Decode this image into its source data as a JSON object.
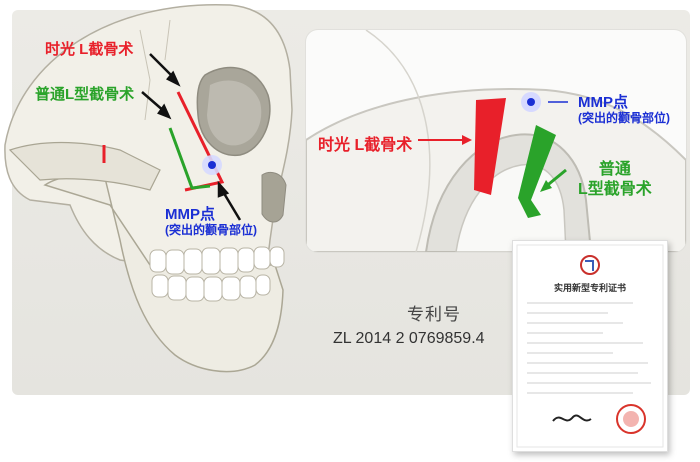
{
  "skull_labels": {
    "shiguang_l": "时光 L截骨术",
    "normal_l": "普通L型截骨术",
    "mmp_title": "MMP点",
    "mmp_sub": "(突出的颧骨部位)"
  },
  "detail_labels": {
    "mmp_title": "MMP点",
    "mmp_sub": "(突出的颧骨部位)",
    "shiguang_l": "时光 L截骨术",
    "normal_line1": "普通",
    "normal_line2": "L型截骨术"
  },
  "patent": {
    "title": "专利号",
    "number": "ZL 2014 2 0769859.4",
    "certificate_title": "实用新型专利证书"
  },
  "colors": {
    "red": "#e8202a",
    "green": "#2aa32a",
    "blue": "#1b2fd4"
  }
}
